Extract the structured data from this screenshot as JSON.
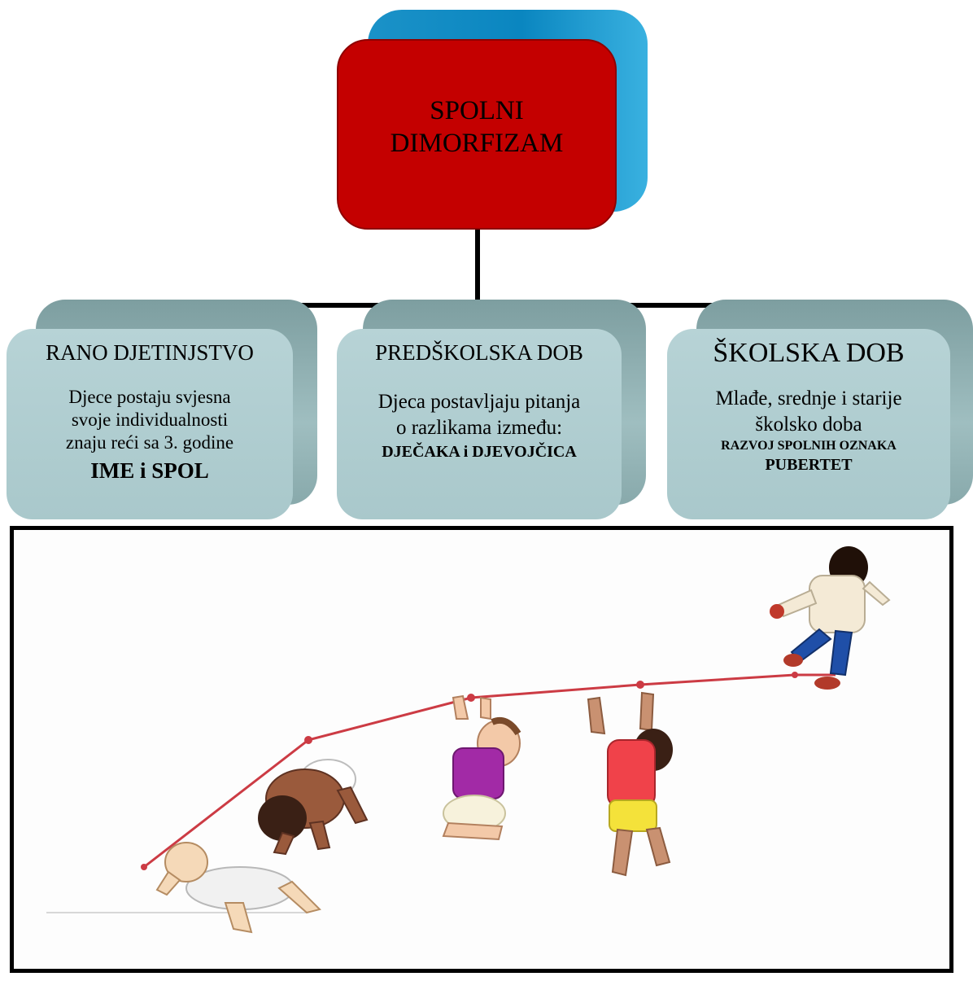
{
  "root": {
    "title": "SPOLNI DIMORFIZAM",
    "fill_color": "#c40000",
    "depth_color": "#0a86c0"
  },
  "stages": [
    {
      "title": "RANO DJETINJSTVO",
      "lines": [
        "Djece postaju svjesna",
        "svoje  individualnosti",
        "znaju reći sa 3. godine"
      ],
      "bold": "IME  i  SPOL"
    },
    {
      "title": "PREDŠKOLSKA DOB",
      "lines": [
        "Djeca postavljaju pitanja",
        "o razlikama između:"
      ],
      "bold": "DJEČAKA i DJEVOJČICA"
    },
    {
      "title": "ŠKOLSKA DOB",
      "lines": [
        "Mlađe, srednje i starije",
        "školsko doba"
      ],
      "bold": "RAZVOJ SPOLNIH OZNAKA",
      "bold2": "PUBERTET"
    }
  ],
  "box_color": "#b7d3d6",
  "illustration": {
    "figures": [
      "crawling-baby",
      "baby-on-all-fours",
      "kneeling-toddler",
      "standing-child",
      "running-boy"
    ]
  }
}
